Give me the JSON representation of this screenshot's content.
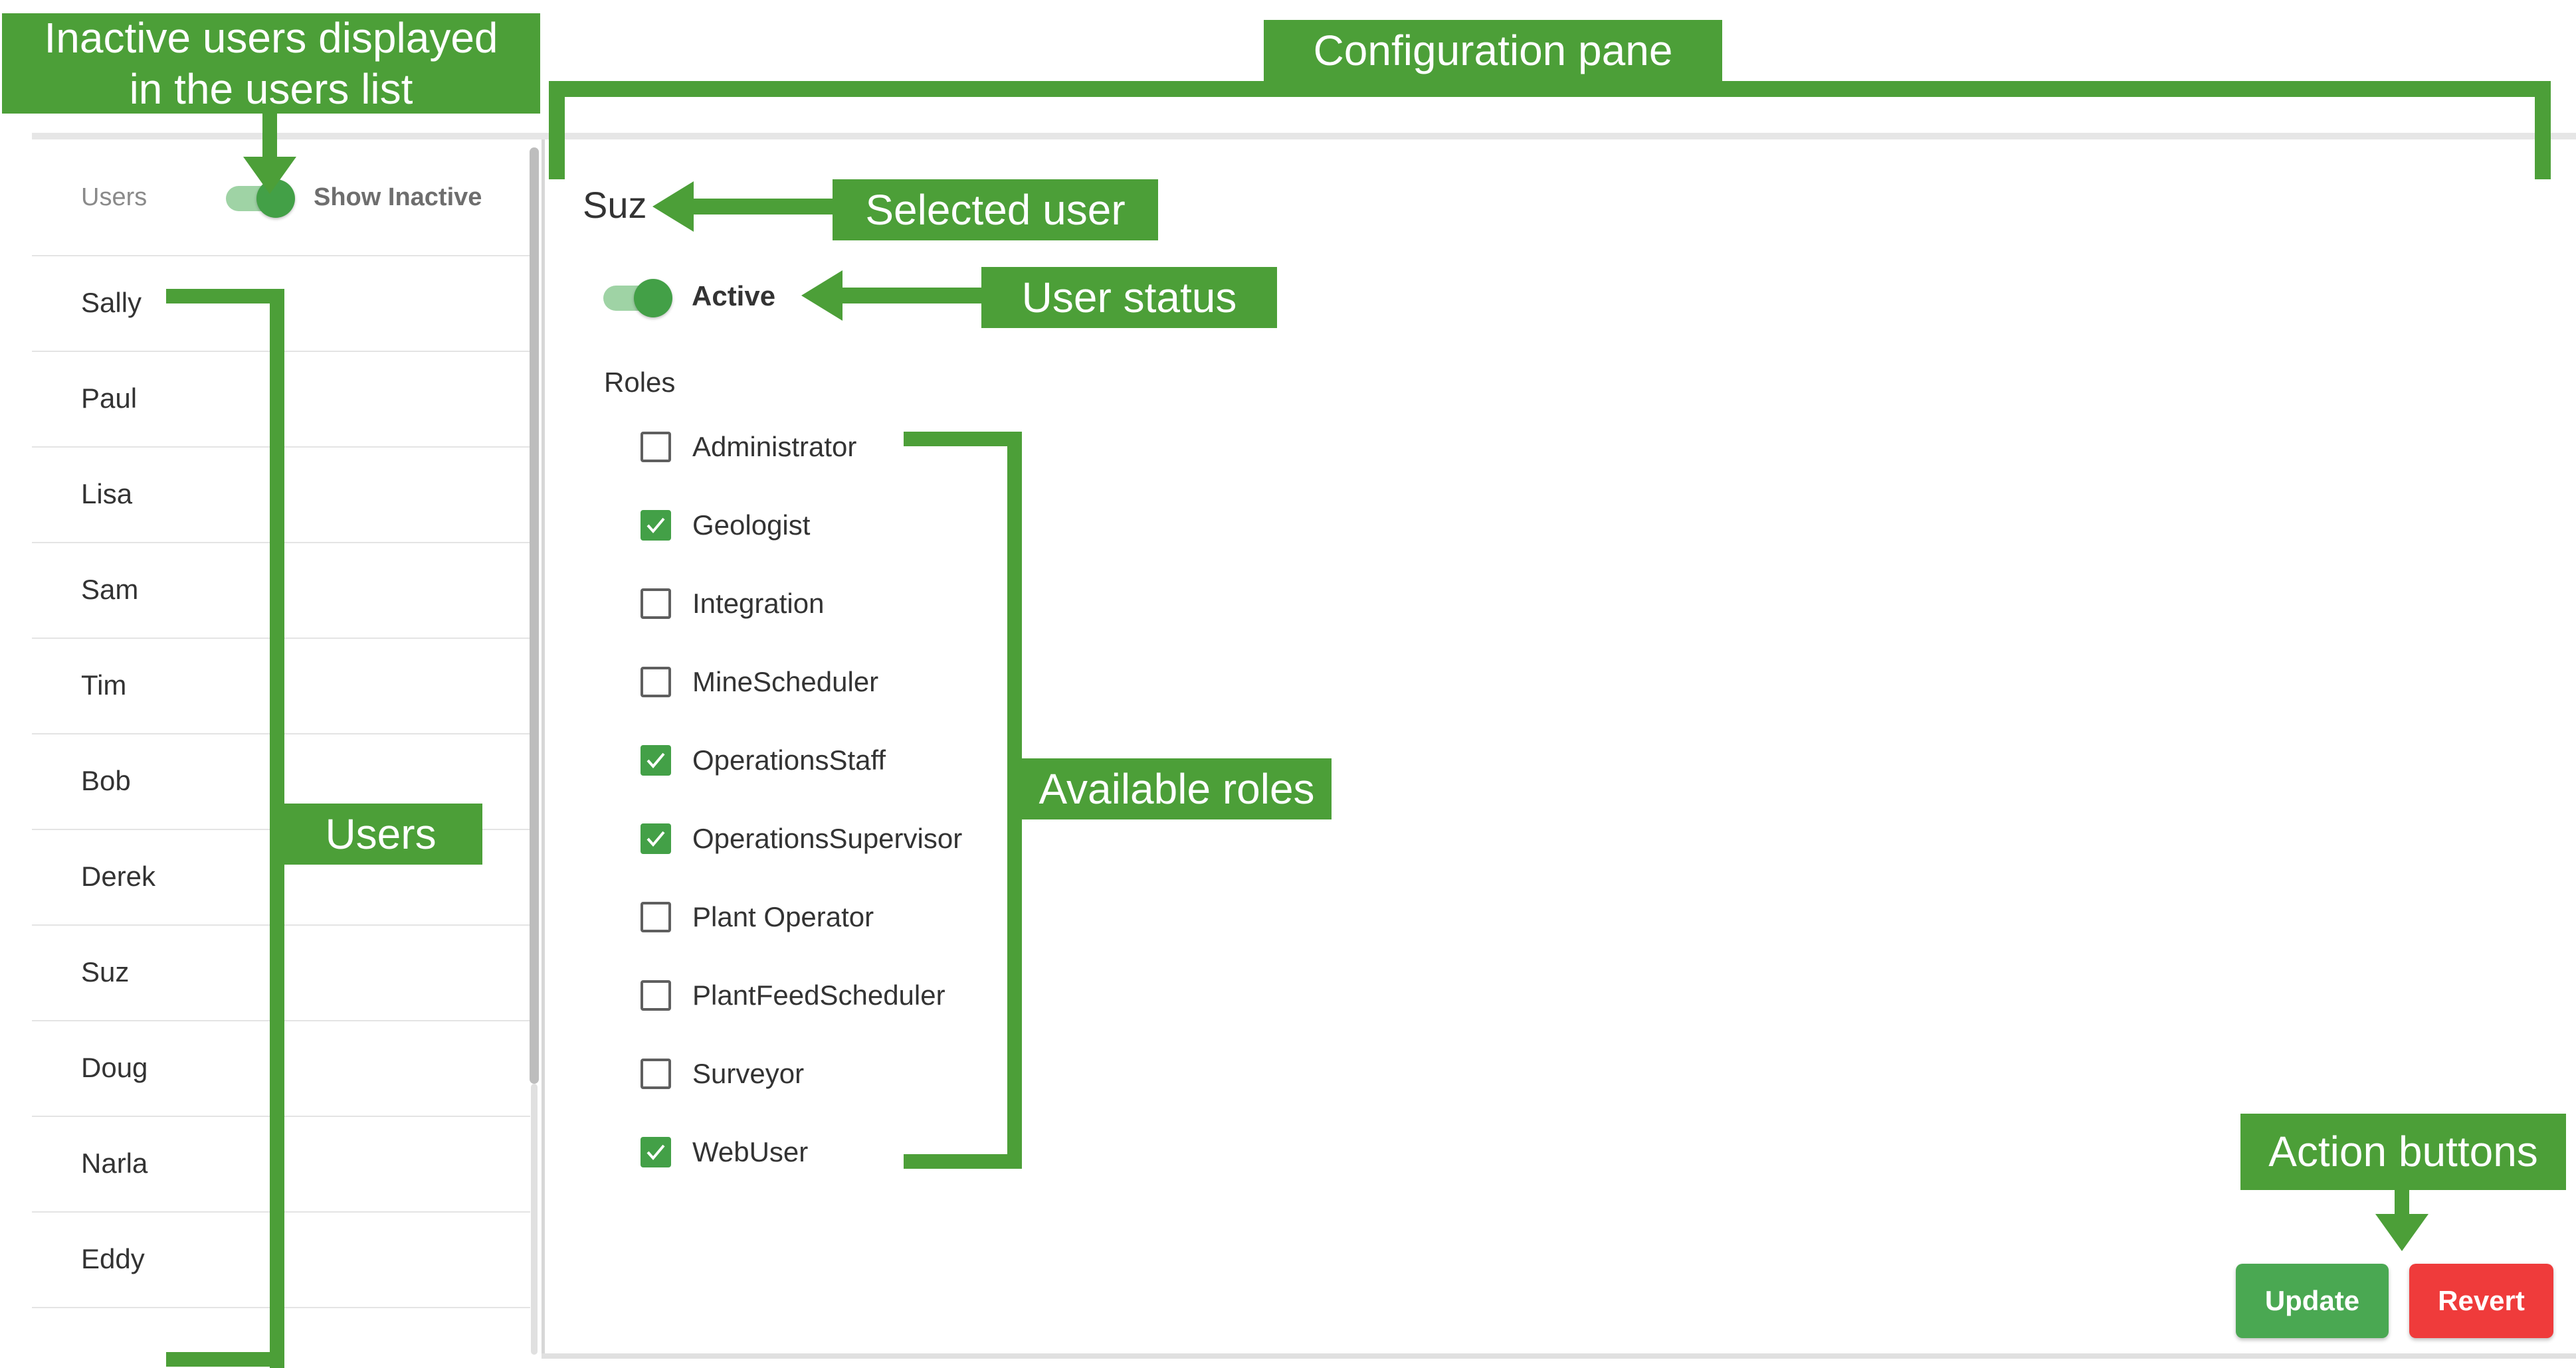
{
  "sidebar": {
    "header_label": "Users",
    "show_inactive_label": "Show Inactive",
    "show_inactive_on": true,
    "users": [
      "Sally",
      "Paul",
      "Lisa",
      "Sam",
      "Tim",
      "Bob",
      "Derek",
      "Suz",
      "Doug",
      "Narla",
      "Eddy"
    ]
  },
  "config": {
    "selected_user": "Suz",
    "status_label": "Active",
    "status_on": true,
    "roles_heading": "Roles",
    "roles": [
      {
        "label": "Administrator",
        "checked": false
      },
      {
        "label": "Geologist",
        "checked": true
      },
      {
        "label": "Integration",
        "checked": false
      },
      {
        "label": "MineScheduler",
        "checked": false
      },
      {
        "label": "OperationsStaff",
        "checked": true
      },
      {
        "label": "OperationsSupervisor",
        "checked": true
      },
      {
        "label": "Plant Operator",
        "checked": false
      },
      {
        "label": "PlantFeedScheduler",
        "checked": false
      },
      {
        "label": "Surveyor",
        "checked": false
      },
      {
        "label": "WebUser",
        "checked": true
      }
    ],
    "update_label": "Update",
    "revert_label": "Revert"
  },
  "annotations": {
    "inactive_users": "Inactive users displayed in the users  list",
    "configuration_pane": "Configuration pane",
    "selected_user": "Selected user",
    "user_status": "User status",
    "users": "Users",
    "available_roles": "Available roles",
    "action_buttons": "Action buttons"
  },
  "colors": {
    "annotation_green": "#4c9f38",
    "toggle_green": "#43a047",
    "update_button": "#4aa852",
    "revert_button": "#ef3b3b"
  }
}
